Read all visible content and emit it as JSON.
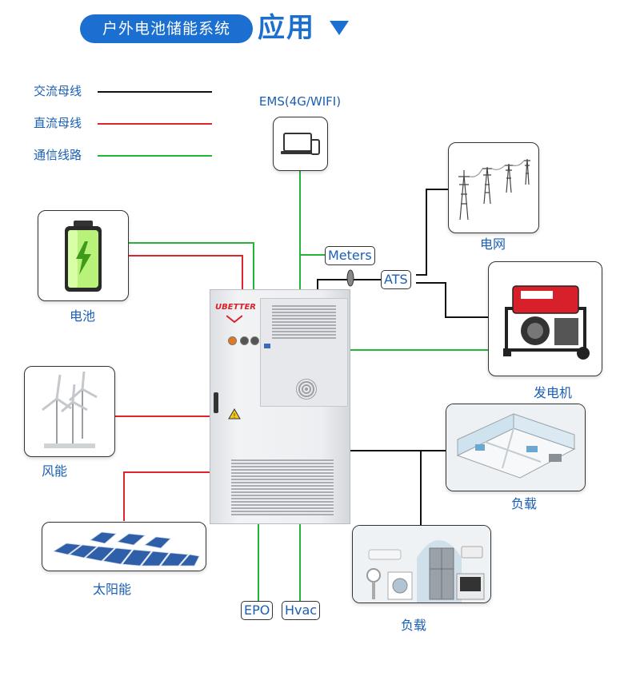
{
  "header": {
    "title": "户外电池储能系统",
    "accent": "应用",
    "brand_color": "#1a6fd0"
  },
  "legend": [
    {
      "label": "交流母线",
      "color": "#111111"
    },
    {
      "label": "直流母线",
      "color": "#e0242b"
    },
    {
      "label": "通信线路",
      "color": "#26b33a"
    }
  ],
  "nodes": {
    "ems": "EMS(4G/WIFI)",
    "grid": "电网",
    "battery": "电池",
    "generator": "发电机",
    "wind": "风能",
    "load_1": "负载",
    "solar": "太阳能",
    "load_2": "负载"
  },
  "tags": {
    "meters": "Meters",
    "ats": "ATS",
    "epo": "EPO",
    "hvac": "Hvac"
  },
  "cabinet": {
    "brand": "UBETTER"
  }
}
